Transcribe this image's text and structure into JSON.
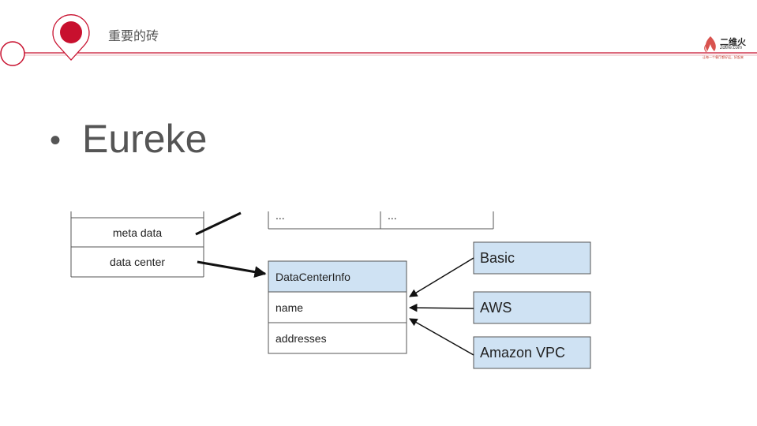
{
  "header": {
    "title": "重要的砖"
  },
  "logo": {
    "name": "二维火",
    "sub": "2dfire.com",
    "slogan": "让每一个餐厅都好运，好起来"
  },
  "slide": {
    "bullet": "Eureke"
  },
  "diagram": {
    "left_table": [
      "meta data",
      "data center"
    ],
    "top_table": [
      "...",
      "..."
    ],
    "dc_header": "DataCenterInfo",
    "dc_rows": [
      "name",
      "addresses"
    ],
    "types": [
      "Basic",
      "AWS",
      "Amazon VPC"
    ]
  },
  "colors": {
    "accent": "#c8102e",
    "box_fill": "#cfe2f3",
    "line": "#333333"
  }
}
